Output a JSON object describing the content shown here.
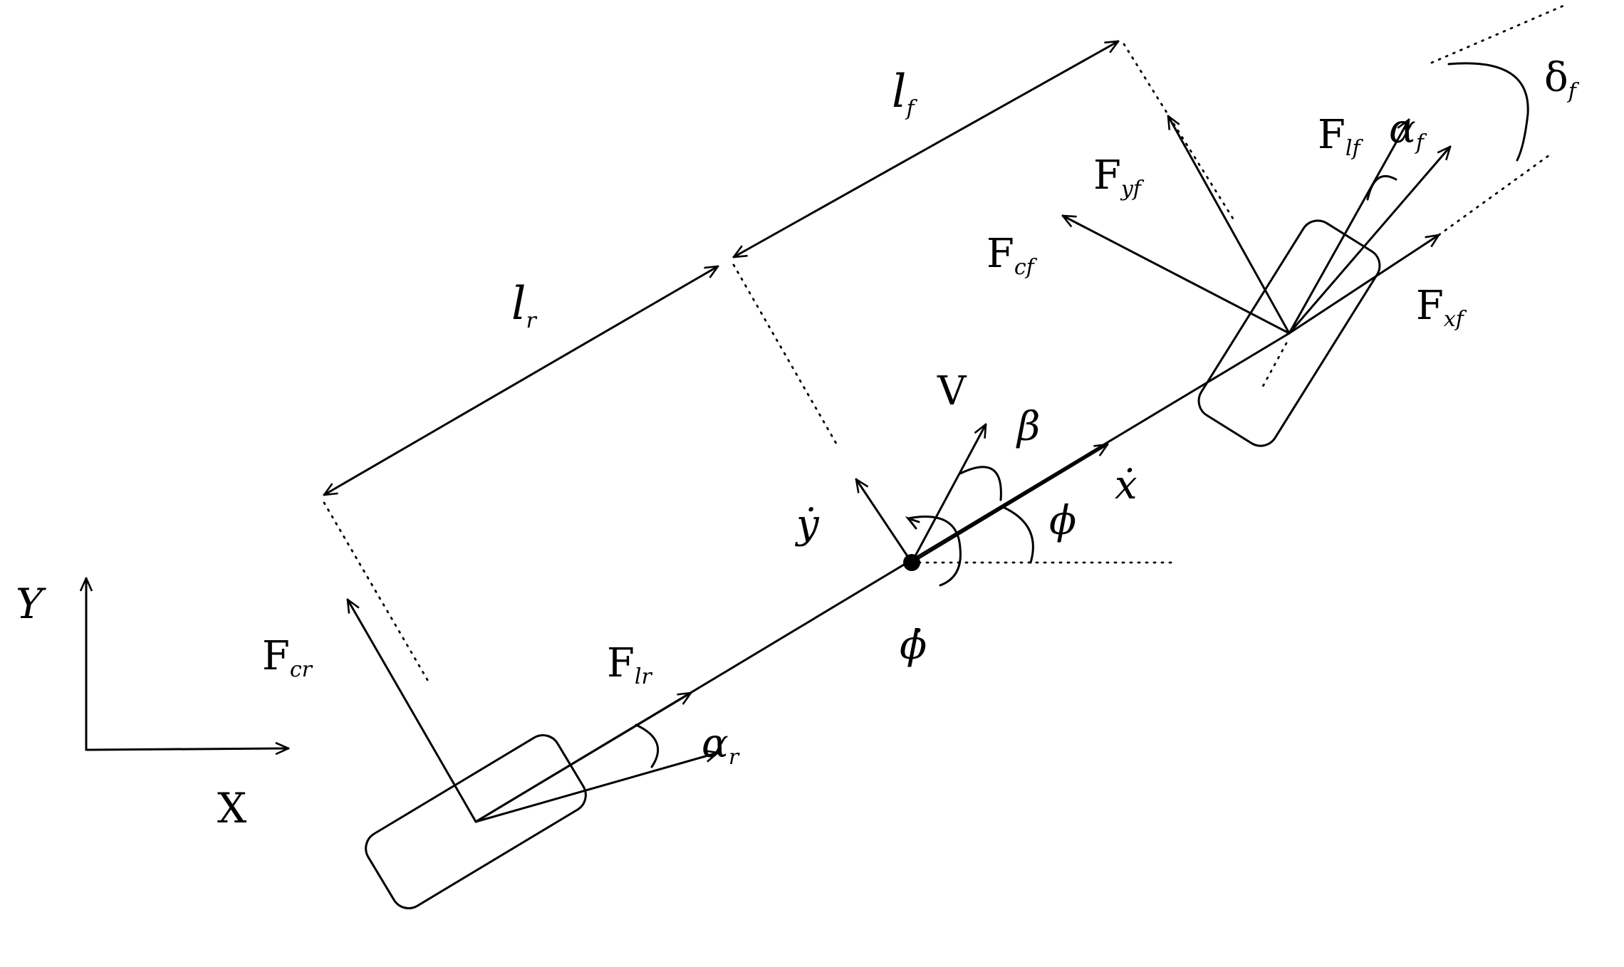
{
  "diagram": {
    "labels": {
      "axis_y": "Y",
      "axis_x": "X",
      "lf": {
        "base": "l",
        "sub": "f"
      },
      "lr": {
        "base": "l",
        "sub": "r"
      },
      "fyf": {
        "base": "F",
        "sub": "yf"
      },
      "fcf": {
        "base": "F",
        "sub": "cf"
      },
      "flf": {
        "base": "F",
        "sub": "lf"
      },
      "alpha_f": {
        "base": "α",
        "sub": "f"
      },
      "delta_f": {
        "base": "δ",
        "sub": "f"
      },
      "fxf": {
        "base": "F",
        "sub": "xf"
      },
      "fcr": {
        "base": "F",
        "sub": "cr"
      },
      "flr": {
        "base": "F",
        "sub": "lr"
      },
      "alpha_r": {
        "base": "α",
        "sub": "r"
      },
      "v": "V",
      "beta": "β",
      "phi": "ϕ",
      "x_dot": "ẋ",
      "y_dot": "ẏ",
      "phi_dot": "ϕ̇"
    }
  }
}
